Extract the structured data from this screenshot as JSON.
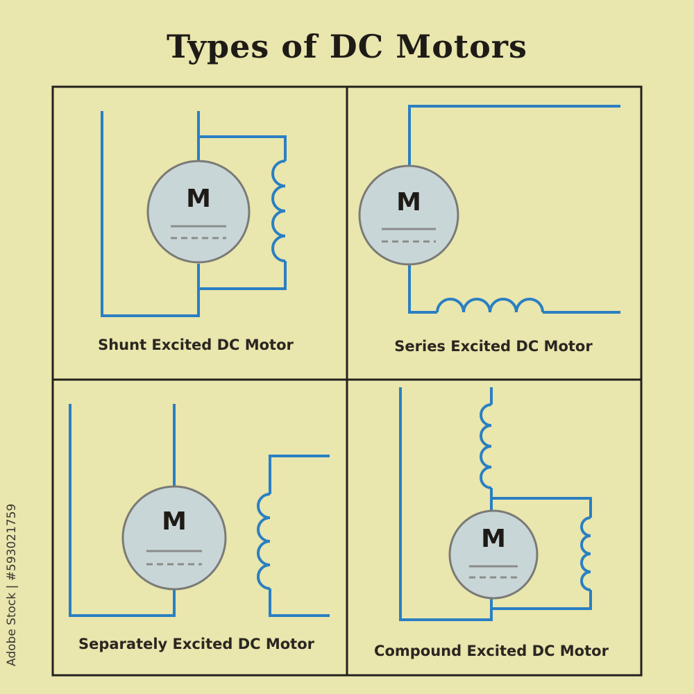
{
  "title": "Types of DC Motors",
  "colors": {
    "background": "#e9e6ae",
    "wire": "#2a7fc2",
    "frame": "#22201c",
    "motor_fill": "#c9d6d8"
  },
  "panels": [
    {
      "caption": "Shunt Excited DC Motor",
      "motor_label": "M"
    },
    {
      "caption": "Series Excited DC Motor",
      "motor_label": "M"
    },
    {
      "caption": "Separately Excited DC Motor",
      "motor_label": "M"
    },
    {
      "caption": "Compound Excited DC Motor",
      "motor_label": "M"
    }
  ],
  "stock_id": "Adobe Stock | #593021759"
}
